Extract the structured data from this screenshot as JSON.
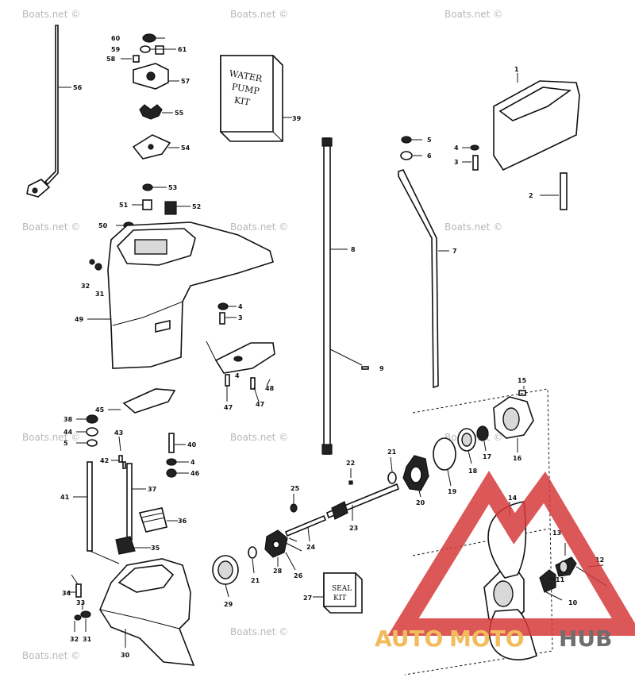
{
  "watermark": "Boats.net ©",
  "kits": {
    "water_pump": [
      "WATER",
      "PUMP",
      "KIT"
    ],
    "seal": [
      "SEAL",
      "KIT"
    ]
  },
  "logo": {
    "part1": "AUTO",
    "part2": "MOTO",
    "part3": "HUB",
    "red": "#d63a3a",
    "orange": "#f0b040",
    "grey": "#555555"
  },
  "callouts": [
    "1",
    "2",
    "3",
    "4",
    "5",
    "6",
    "7",
    "8",
    "9",
    "10",
    "11",
    "12",
    "13",
    "14",
    "15",
    "16",
    "17",
    "18",
    "19",
    "20",
    "21",
    "22",
    "23",
    "24",
    "25",
    "26",
    "27",
    "28",
    "29",
    "30",
    "31",
    "32",
    "33",
    "34",
    "35",
    "36",
    "37",
    "38",
    "39",
    "40",
    "41",
    "42",
    "43",
    "44",
    "45",
    "46",
    "47",
    "48",
    "49",
    "50",
    "51",
    "52",
    "53",
    "54",
    "55",
    "56",
    "57",
    "58",
    "59",
    "60",
    "61"
  ]
}
